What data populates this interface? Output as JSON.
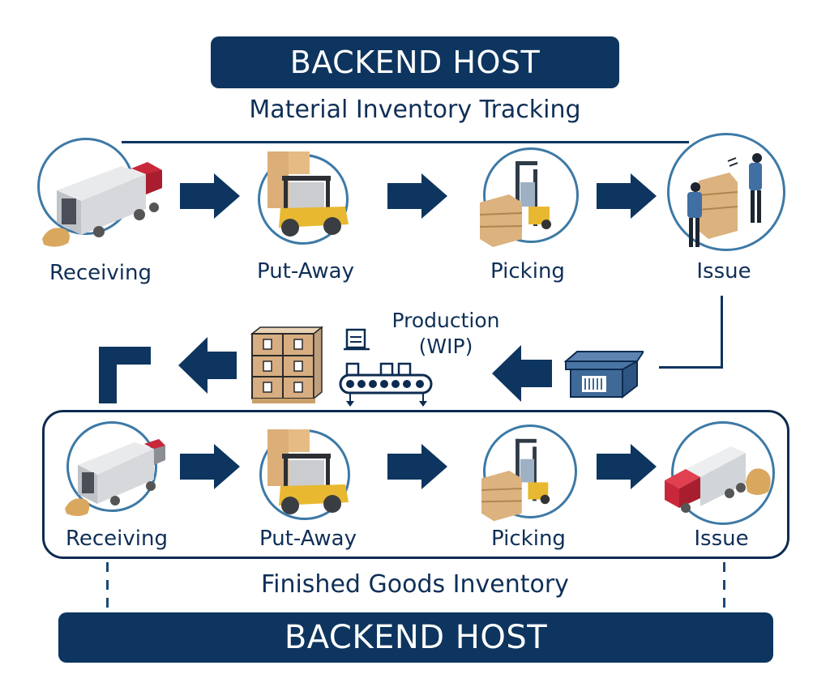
{
  "header": {
    "host_label": "BACKEND HOST",
    "section_title": "Material Inventory Tracking"
  },
  "material_flow": {
    "steps": [
      {
        "label": "Receiving",
        "icon": "delivery-truck-icon"
      },
      {
        "label": "Put-Away",
        "icon": "forklift-loaded-icon"
      },
      {
        "label": "Picking",
        "icon": "forklift-pallet-icon"
      },
      {
        "label": "Issue",
        "icon": "workers-boxes-icon"
      }
    ]
  },
  "production": {
    "label_line1": "Production",
    "label_line2": "(WIP)",
    "icons": [
      "bin-box-icon",
      "conveyor-icon",
      "pallet-stack-icon"
    ]
  },
  "finished_flow": {
    "steps": [
      {
        "label": "Receiving",
        "icon": "delivery-truck-icon"
      },
      {
        "label": "Put-Away",
        "icon": "forklift-loaded-icon"
      },
      {
        "label": "Picking",
        "icon": "forklift-pallet-icon"
      },
      {
        "label": "Issue",
        "icon": "shipping-truck-icon"
      }
    ]
  },
  "footer": {
    "section_title": "Finished Goods Inventory",
    "host_label": "BACKEND HOST"
  },
  "colors": {
    "navy": "#0d355f",
    "circle_blue": "#3d79a6",
    "truck_red": "#c8283a",
    "forklift_yellow": "#e8b830",
    "cardboard": "#d8a86a"
  }
}
